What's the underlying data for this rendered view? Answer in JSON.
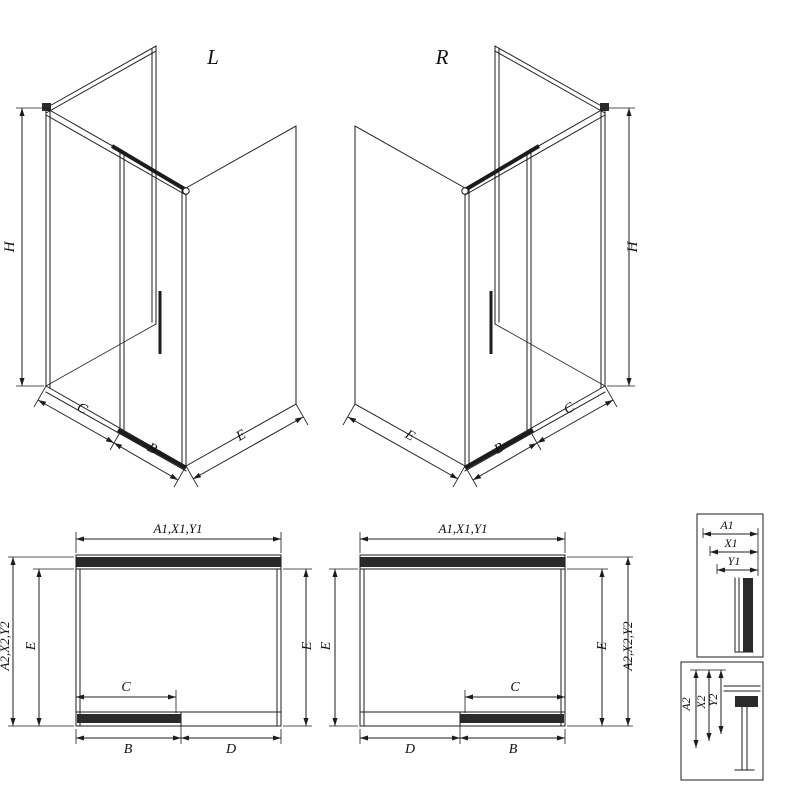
{
  "page": {
    "line_color": "#1c1c1c",
    "fill_color": "#2a2a2a",
    "background": "#ffffff"
  },
  "iso_left": {
    "title": "L",
    "dims": {
      "h": "H",
      "c": "C",
      "b": "B",
      "e": "E"
    }
  },
  "iso_right": {
    "title": "R",
    "dims": {
      "h": "H",
      "c": "C",
      "b": "B",
      "e": "E"
    }
  },
  "plan_left": {
    "top": "A1,X1,Y1",
    "outer_left": "A2,X2,Y2",
    "inner_left": "E",
    "right": "E",
    "c": "C",
    "b": "B",
    "d": "D"
  },
  "plan_right": {
    "top": "A1,X1,Y1",
    "left": "E",
    "inner_right": "E",
    "outer_right": "A2,X2,Y2",
    "c": "C",
    "b": "B",
    "d": "D"
  },
  "detail_top": {
    "a1": "A1",
    "x1": "X1",
    "y1": "Y1"
  },
  "detail_bottom": {
    "a2": "A2",
    "x2": "X2",
    "y2": "Y2"
  }
}
